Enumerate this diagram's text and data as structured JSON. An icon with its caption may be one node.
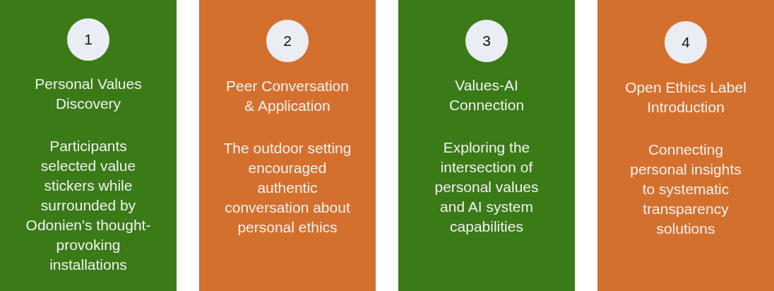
{
  "diagram": {
    "nodes": [
      {
        "text": [
          "Personal Values Discovery",
          "Participants selected value stickers while surrounded by Odonien's thought-provoking installations"
        ]
      },
      {
        "text": [
          "1"
        ],
        "in": 0
      },
      {
        "text": [
          "Peer Conversation & Application",
          "The outdoor setting encouraged authentic conversation about personal ethics"
        ]
      },
      {
        "text": [
          "2"
        ],
        "in": 2
      },
      {
        "text": [
          "Values-AI Connection",
          "Exploring the intersection of personal values and AI system capabilities"
        ]
      },
      {
        "text": [
          "3"
        ],
        "in": 4
      },
      {
        "text": [
          "Open Ethics Label Introduction",
          "Connecting personal insights to systematic transparency solutions"
        ]
      },
      {
        "text": [
          "4"
        ],
        "in": 6
      }
    ]
  }
}
